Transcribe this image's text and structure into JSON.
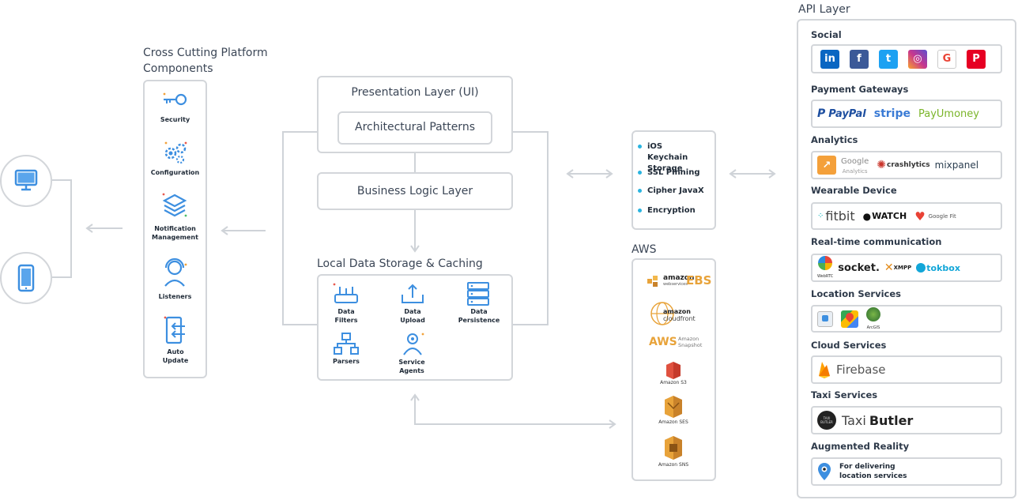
{
  "platform": {
    "title_line1": "Cross Cutting Platform",
    "title_line2": "Components",
    "items": [
      {
        "label": "Security",
        "icon": "key-icon"
      },
      {
        "label": "Configuration",
        "icon": "gears-icon"
      },
      {
        "label": "Notification Management",
        "icon": "layers-icon"
      },
      {
        "label": "Listeners",
        "icon": "headset-icon"
      },
      {
        "label": "Auto Update",
        "icon": "phone-update-icon"
      }
    ]
  },
  "core": {
    "presentation": "Presentation Layer (UI)",
    "patterns": "Architectural  Patterns",
    "business": "Business Logic Layer",
    "storage_title": "Local Data Storage & Caching",
    "storage_items": [
      {
        "label": "Data Filters",
        "icon": "filters-icon"
      },
      {
        "label": "Data Upload",
        "icon": "upload-icon"
      },
      {
        "label": "Data Persistence",
        "icon": "server-icon"
      },
      {
        "label": "Parsers",
        "icon": "hierarchy-icon"
      },
      {
        "label": "Service Agents",
        "icon": "agent-icon"
      }
    ]
  },
  "security_box": {
    "items": [
      "iOS Keychain Storage",
      "SSL Pinning",
      "Cipher JavaX",
      "Encryption"
    ]
  },
  "aws": {
    "title": "AWS",
    "items": [
      {
        "label": "amazon webservices EBS",
        "icon": "aws-ebs-icon"
      },
      {
        "label": "amazon cloudfront",
        "icon": "cloudfront-icon"
      },
      {
        "label": "AWS Amazon Snapshot",
        "icon": "snapshot-icon"
      },
      {
        "label": "Amazon S3",
        "icon": "s3-icon"
      },
      {
        "label": "Amazon SES",
        "icon": "ses-icon"
      },
      {
        "label": "Amazon SNS",
        "icon": "sns-icon"
      }
    ]
  },
  "api": {
    "title": "API Layer",
    "sections": {
      "social": "Social",
      "payment": "Payment Gateways",
      "analytics": "Analytics",
      "wearable": "Wearable Device",
      "realtime": "Real-time communication",
      "location": "Location Services",
      "cloud": "Cloud Services",
      "taxi": "Taxi Services",
      "ar": "Augmented Reality"
    },
    "payment_logos": [
      "PayPal",
      "stripe",
      "PayUmoney"
    ],
    "analytics_logos": [
      "Google",
      "Analytics",
      "crashlytics",
      "mixpanel"
    ],
    "wearable_logos": [
      "fitbit",
      "WATCH",
      "Google Fit"
    ],
    "realtime_logos": [
      "WebRTC",
      "socket.",
      "XMPP",
      "tokbox"
    ],
    "location_logos": [
      "ArcGIS"
    ],
    "cloud_logo": "Firebase",
    "taxi_logo_1": "Taxi",
    "taxi_logo_2": "Butler",
    "taxi_badge": "TAXI BUTLER",
    "ar_line1": "For delivering",
    "ar_line2": "location services"
  },
  "colors": {
    "border": "#d3d6da",
    "icon_blue": "#3d8fe0",
    "bullet": "#2ab4e0"
  }
}
